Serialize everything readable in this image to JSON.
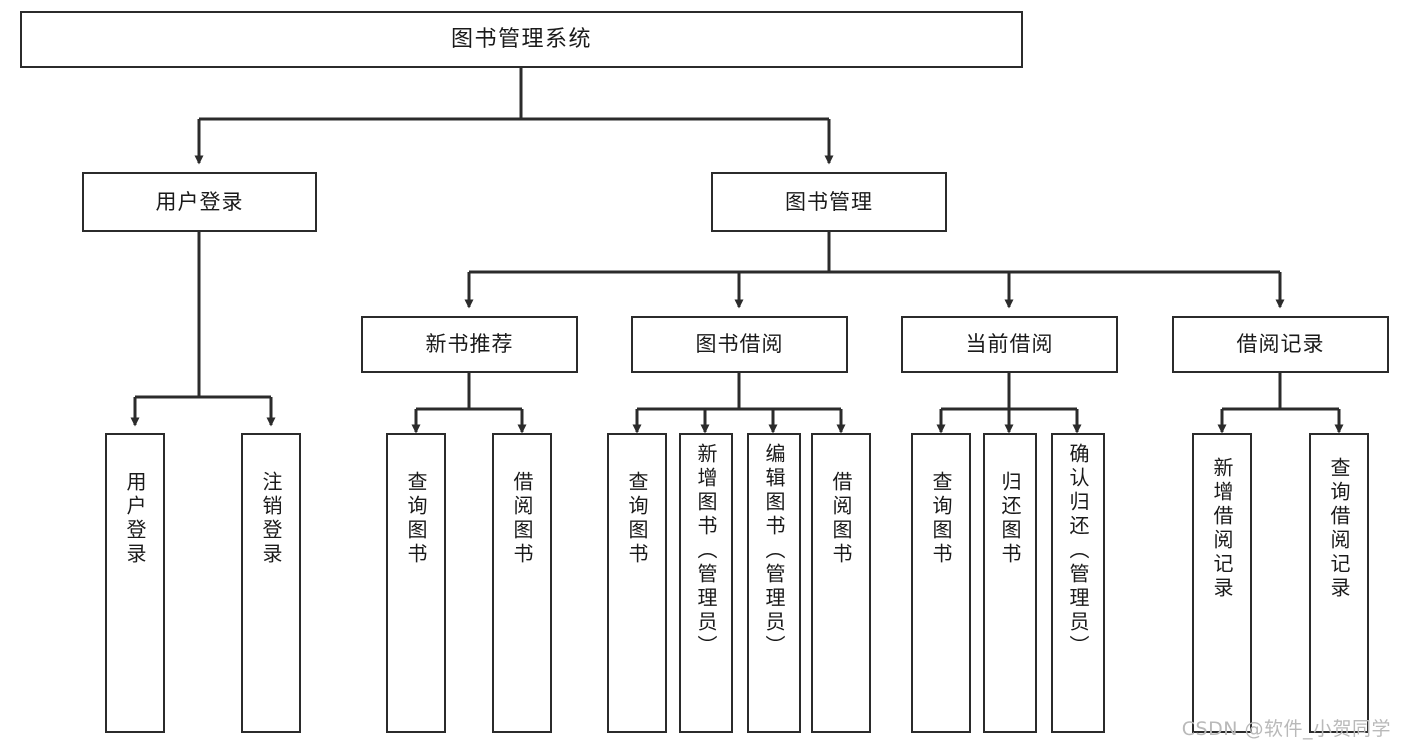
{
  "diagram": {
    "title": "图书管理系统",
    "type": "tree-hierarchy",
    "watermark": "CSDN @软件_小贺同学",
    "colors": {
      "background": "#ffffff",
      "box_border": "#2b2b2b",
      "box_fill": "#ffffff",
      "text": "#1a1a1a",
      "connector": "#2b2b2b",
      "watermark": "#b9b9b9"
    },
    "levels": {
      "root": [
        "图书管理系统"
      ],
      "level2": [
        "用户登录",
        "图书管理"
      ],
      "level3": [
        "新书推荐",
        "图书借阅",
        "当前借阅",
        "借阅记录"
      ],
      "leaves": [
        "用户登录",
        "注销登录",
        "查询图书",
        "借阅图书",
        "查询图书",
        "新增图书（管理员）",
        "编辑图书（管理员）",
        "借阅图书",
        "查询图书",
        "归还图书",
        "确认归还（管理员）",
        "新增借阅记录",
        "查询借阅记录"
      ]
    },
    "nodes": {
      "root": {
        "label": "图书管理系统"
      },
      "user_login": {
        "label": "用户登录"
      },
      "book_manage": {
        "label": "图书管理"
      },
      "new_book_rec": {
        "label": "新书推荐"
      },
      "book_borrow": {
        "label": "图书借阅"
      },
      "current_borrow": {
        "label": "当前借阅"
      },
      "borrow_record": {
        "label": "借阅记录"
      },
      "leaf_user_login": {
        "label": "用户登录"
      },
      "leaf_user_logout": {
        "label": "注销登录"
      },
      "leaf_rec_query": {
        "label": "查询图书"
      },
      "leaf_rec_borrow": {
        "label": "借阅图书"
      },
      "leaf_borrow_query": {
        "label": "查询图书"
      },
      "leaf_borrow_add": {
        "label": "新增图书（管理员）"
      },
      "leaf_borrow_edit": {
        "label": "编辑图书（管理员）"
      },
      "leaf_borrow_borrow": {
        "label": "借阅图书"
      },
      "leaf_cur_query": {
        "label": "查询图书"
      },
      "leaf_cur_return": {
        "label": "归还图书"
      },
      "leaf_cur_confirm": {
        "label": "确认归还（管理员）"
      },
      "leaf_rec_add": {
        "label": "新增借阅记录"
      },
      "leaf_rec_search": {
        "label": "查询借阅记录"
      }
    }
  }
}
